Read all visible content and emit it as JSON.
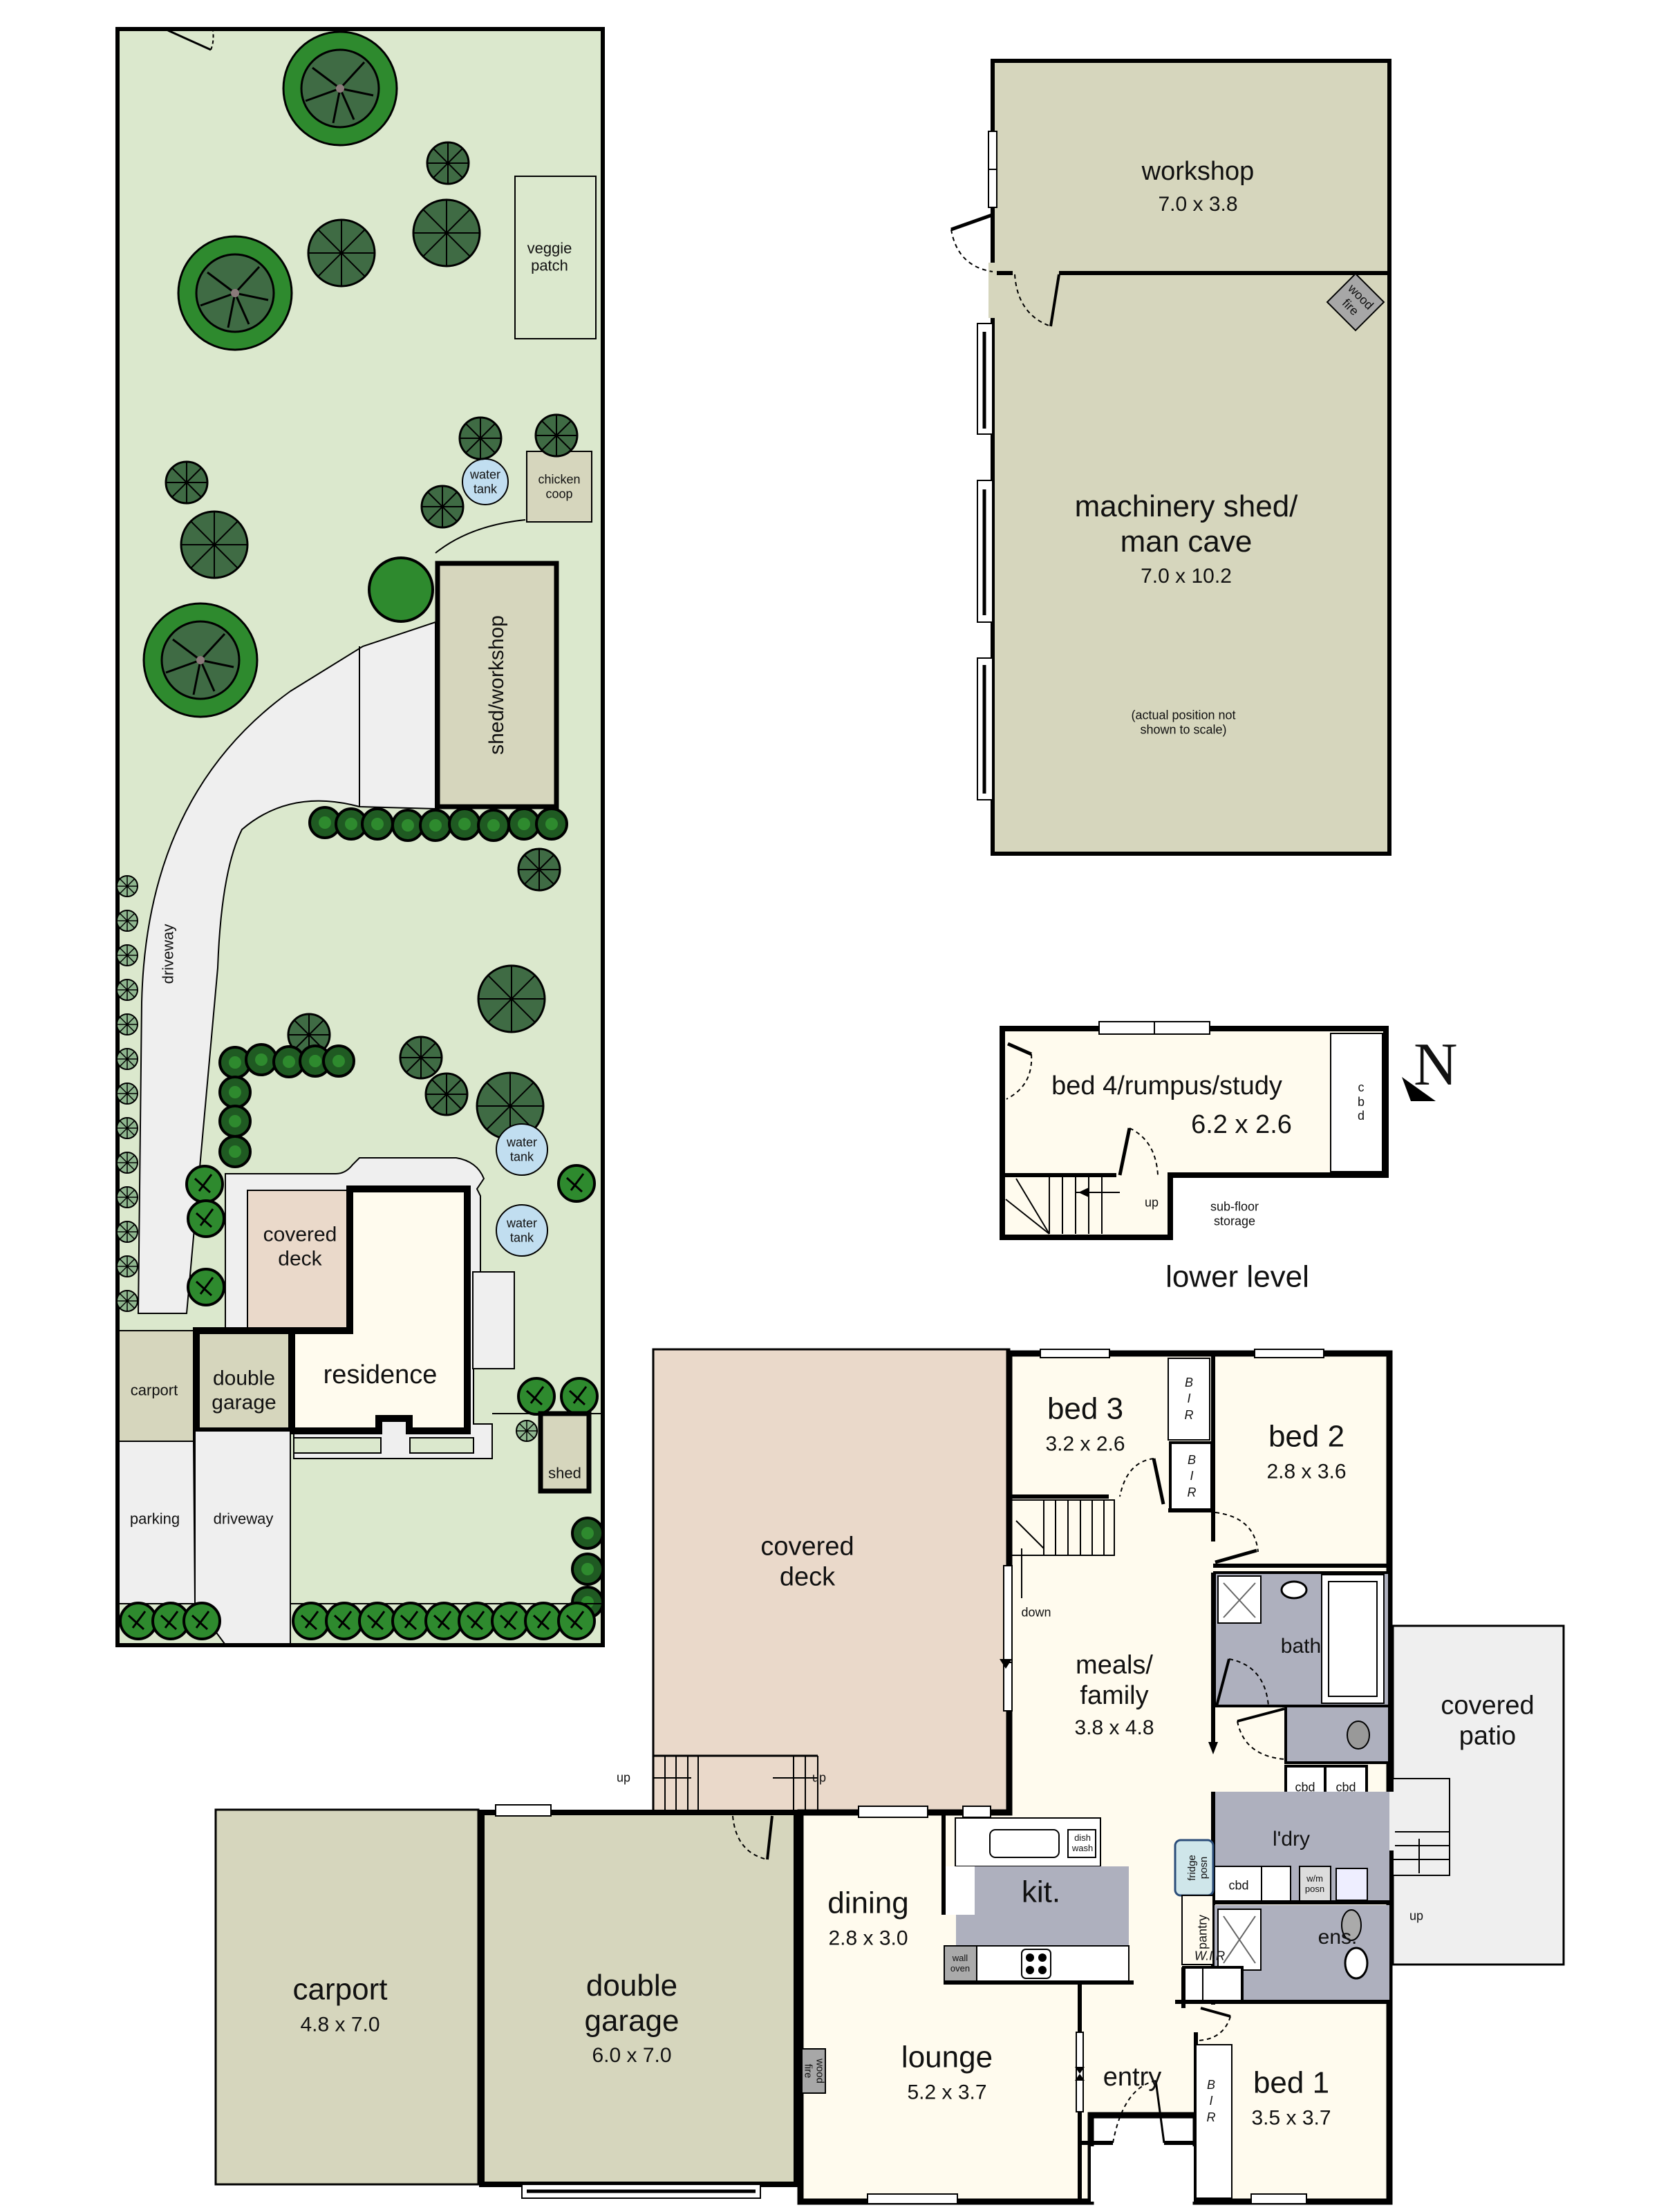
{
  "site_plan": {
    "labels": {
      "veggie_patch": [
        "veggie",
        "patch"
      ],
      "water_tank_1": [
        "water",
        "tank"
      ],
      "chicken_coop": [
        "chicken",
        "coop"
      ],
      "shed_workshop": "shed/workshop",
      "driveway_north": "driveway",
      "water_tank_2": [
        "water",
        "tank"
      ],
      "water_tank_3": [
        "water",
        "tank"
      ],
      "covered_deck": [
        "covered",
        "deck"
      ],
      "carport": "carport",
      "double_garage": [
        "double",
        "garage"
      ],
      "residence": "residence",
      "shed": "shed",
      "parking": "parking",
      "driveway_south": "driveway"
    },
    "colors": {
      "lawn": "#dbe8cd",
      "paving": "#efefef",
      "building": "#d6d6bd",
      "residence": "#fffbee",
      "deck": "#ead9ca",
      "water": "#c1def0",
      "tree_dark": "#3f6b44",
      "tree_bright": "#2e8a2e"
    }
  },
  "outbuilding": {
    "workshop": {
      "name": "workshop",
      "dims": "7.0 x 3.8"
    },
    "wood_fire": [
      "wood",
      "fire"
    ],
    "machinery_shed": {
      "name": [
        "machinery shed/",
        "man cave"
      ],
      "dims": "7.0 x 10.2"
    },
    "note": [
      "(actual position not",
      "shown to scale)"
    ]
  },
  "lower_level": {
    "room": {
      "name": "bed 4/rumpus/study",
      "dims": "6.2 x 2.6"
    },
    "cbd": [
      "c",
      "b",
      "d"
    ],
    "stairs_label": "up",
    "storage": [
      "sub-floor",
      "storage"
    ],
    "title": "lower level"
  },
  "compass": {
    "letter": "N"
  },
  "main_floor": {
    "rooms": {
      "bed3": {
        "name": "bed 3",
        "dims": "3.2 x 2.6"
      },
      "bed2": {
        "name": "bed 2",
        "dims": "2.8 x 3.6"
      },
      "bir_upper": [
        "B",
        "I",
        "R"
      ],
      "bir_lower": [
        "B",
        "I",
        "R"
      ],
      "covered_deck": [
        "covered",
        "deck"
      ],
      "stairs_down": "down",
      "meals_family": {
        "name": [
          "meals/",
          "family"
        ],
        "dims": "3.8 x 4.8"
      },
      "bath": "bath",
      "covered_patio": [
        "covered",
        "patio"
      ],
      "cbd_1": "cbd",
      "cbd_2": "cbd",
      "laundry": "l'dry",
      "laundry_cbd": "cbd",
      "wm_posn": [
        "w/m",
        "posn"
      ],
      "fridge_posn": [
        "fridge",
        "posn"
      ],
      "pantry": "pantry",
      "ensuite": "ens.",
      "wir": "W.I.R",
      "patio_up": "up",
      "deck_up_1": "up",
      "deck_up_2": "up",
      "dish_wash": [
        "dish",
        "wash"
      ],
      "kitchen": "kit.",
      "wall_oven": [
        "wall",
        "oven"
      ],
      "dining": {
        "name": "dining",
        "dims": "2.8 x 3.0"
      },
      "lounge": {
        "name": "lounge",
        "dims": "5.2 x 3.7"
      },
      "wood_fire": [
        "wood",
        "fire"
      ],
      "entry": "entry",
      "bed1": {
        "name": "bed 1",
        "dims": "3.5 x 3.7"
      },
      "bir_bed1": [
        "B",
        "I",
        "R"
      ],
      "carport": {
        "name": "carport",
        "dims": "4.8 x 7.0"
      },
      "double_garage": {
        "name": [
          "double",
          "garage"
        ],
        "dims": "6.0 x 7.0"
      }
    },
    "colors": {
      "interior": "#fffbee",
      "wet_area": "#aeb0be",
      "garage": "#d6d6bd",
      "deck": "#ead9ca",
      "patio": "#efefef",
      "wall": "#000000",
      "fireplace": "#a7a7a7"
    }
  }
}
